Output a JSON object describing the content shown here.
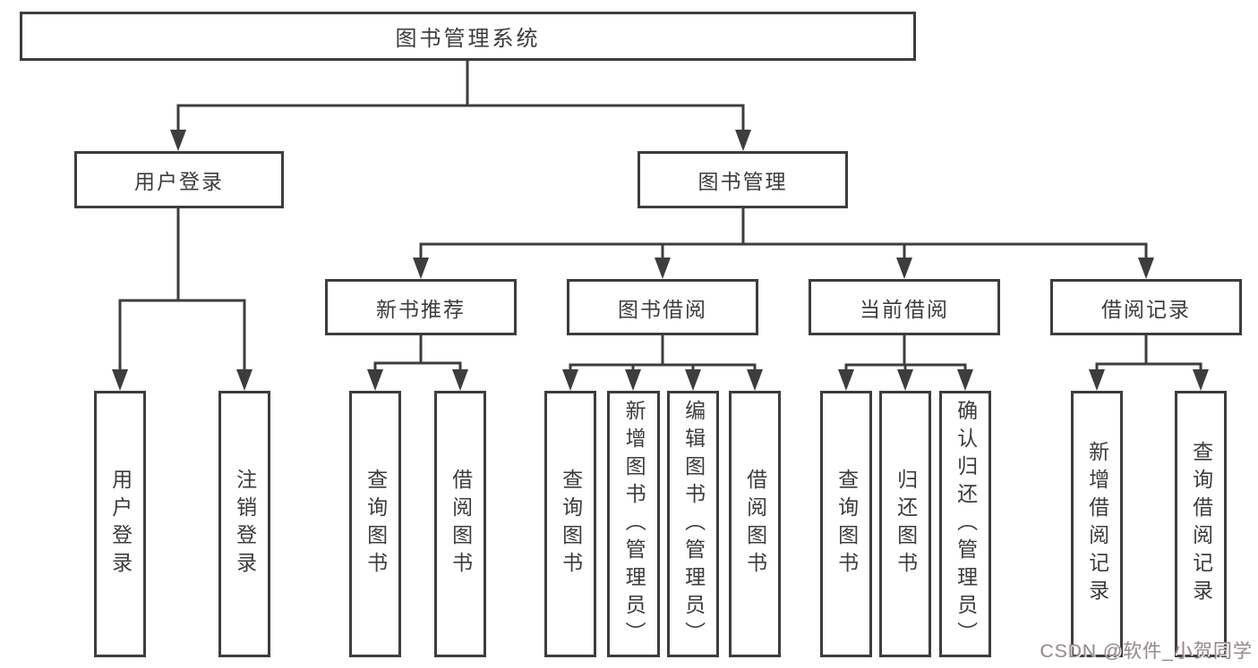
{
  "diagram_type": "hierarchy",
  "tree": {
    "label": "图书管理系统",
    "children": [
      {
        "label": "用户登录",
        "children": [
          {
            "label": "用户登录"
          },
          {
            "label": "注销登录"
          }
        ]
      },
      {
        "label": "图书管理",
        "children": [
          {
            "label": "新书推荐",
            "children": [
              {
                "label": "查询图书"
              },
              {
                "label": "借阅图书"
              }
            ]
          },
          {
            "label": "图书借阅",
            "children": [
              {
                "label": "查询图书"
              },
              {
                "label": "新增图书（管理员）"
              },
              {
                "label": "编辑图书（管理员）"
              },
              {
                "label": "借阅图书"
              }
            ]
          },
          {
            "label": "当前借阅",
            "children": [
              {
                "label": "查询图书"
              },
              {
                "label": "归还图书"
              },
              {
                "label": "确认归还（管理员）"
              }
            ]
          },
          {
            "label": "借阅记录",
            "children": [
              {
                "label": "新增借阅记录"
              },
              {
                "label": "查询借阅记录"
              }
            ]
          }
        ]
      }
    ]
  },
  "watermark": {
    "text": "CSDN @软件_小贺同学",
    "color": "#8f8f8f"
  },
  "colors": {
    "line": "#3d3d3d",
    "box_border": "#3d3d3d",
    "text": "#3c3c3c",
    "background": "#ffffff"
  }
}
